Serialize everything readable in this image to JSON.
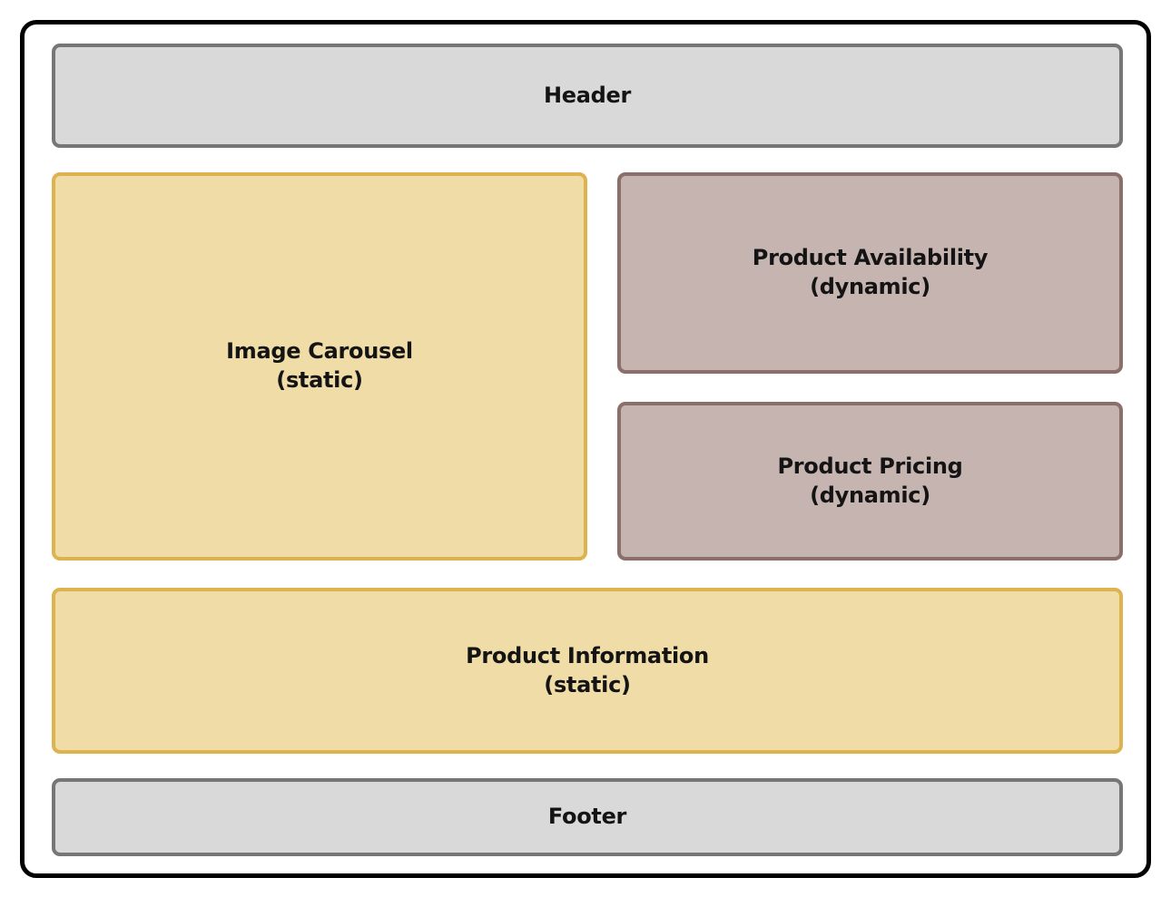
{
  "colors": {
    "frame_border": "#000000",
    "neutral_fill": "#d9d9d9",
    "neutral_border": "#767676",
    "static_fill": "#f0dca7",
    "static_border": "#ddb350",
    "dynamic_fill": "#c6b4b1",
    "dynamic_border": "#8b6f6b",
    "text": "#141414"
  },
  "sections": {
    "header": {
      "label": "Header"
    },
    "image_carousel": {
      "label": "Image Carousel",
      "sublabel": "(static)"
    },
    "product_availability": {
      "label": "Product Availability",
      "sublabel": "(dynamic)"
    },
    "product_pricing": {
      "label": "Product Pricing",
      "sublabel": "(dynamic)"
    },
    "product_information": {
      "label": "Product Information",
      "sublabel": "(static)"
    },
    "footer": {
      "label": "Footer"
    }
  }
}
